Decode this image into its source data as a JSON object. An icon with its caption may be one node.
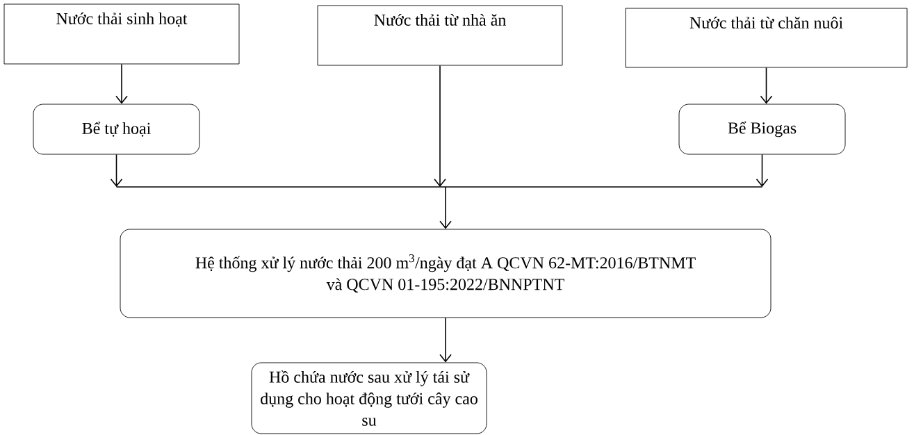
{
  "diagram": {
    "nodes": [
      {
        "text": [
          "Nước thải sinh hoạt"
        ]
      },
      {
        "text": [
          "Nước thải từ nhà ăn"
        ]
      },
      {
        "text": [
          "Nước thải từ chăn nuôi"
        ]
      },
      {
        "text": [
          "Bể tự hoại"
        ]
      },
      {
        "text": [
          "Bể Biogas"
        ]
      },
      {
        "text": [
          "Hệ thống xử lý nước thải 200 m$^{3}$/ngày đạt A QCVN 62-MT:2016/BTNMT và QCVN 01-195:2022/BNNPTNT"
        ]
      },
      {
        "text": [
          "Hồ chứa nước sau xử lý tái sử dụng cho hoạt động tưới cây cao su"
        ]
      }
    ],
    "edges": [
      {
        "from": 0,
        "to": 3,
        "arrow": "to"
      },
      {
        "from": 2,
        "to": 4,
        "arrow": "to"
      },
      {
        "from": 3,
        "to": 5,
        "arrow": "to"
      },
      {
        "from": 1,
        "to": 5,
        "arrow": "to"
      },
      {
        "from": 4,
        "to": 5,
        "arrow": "to"
      },
      {
        "from": 5,
        "to": 6,
        "arrow": "to"
      }
    ]
  }
}
